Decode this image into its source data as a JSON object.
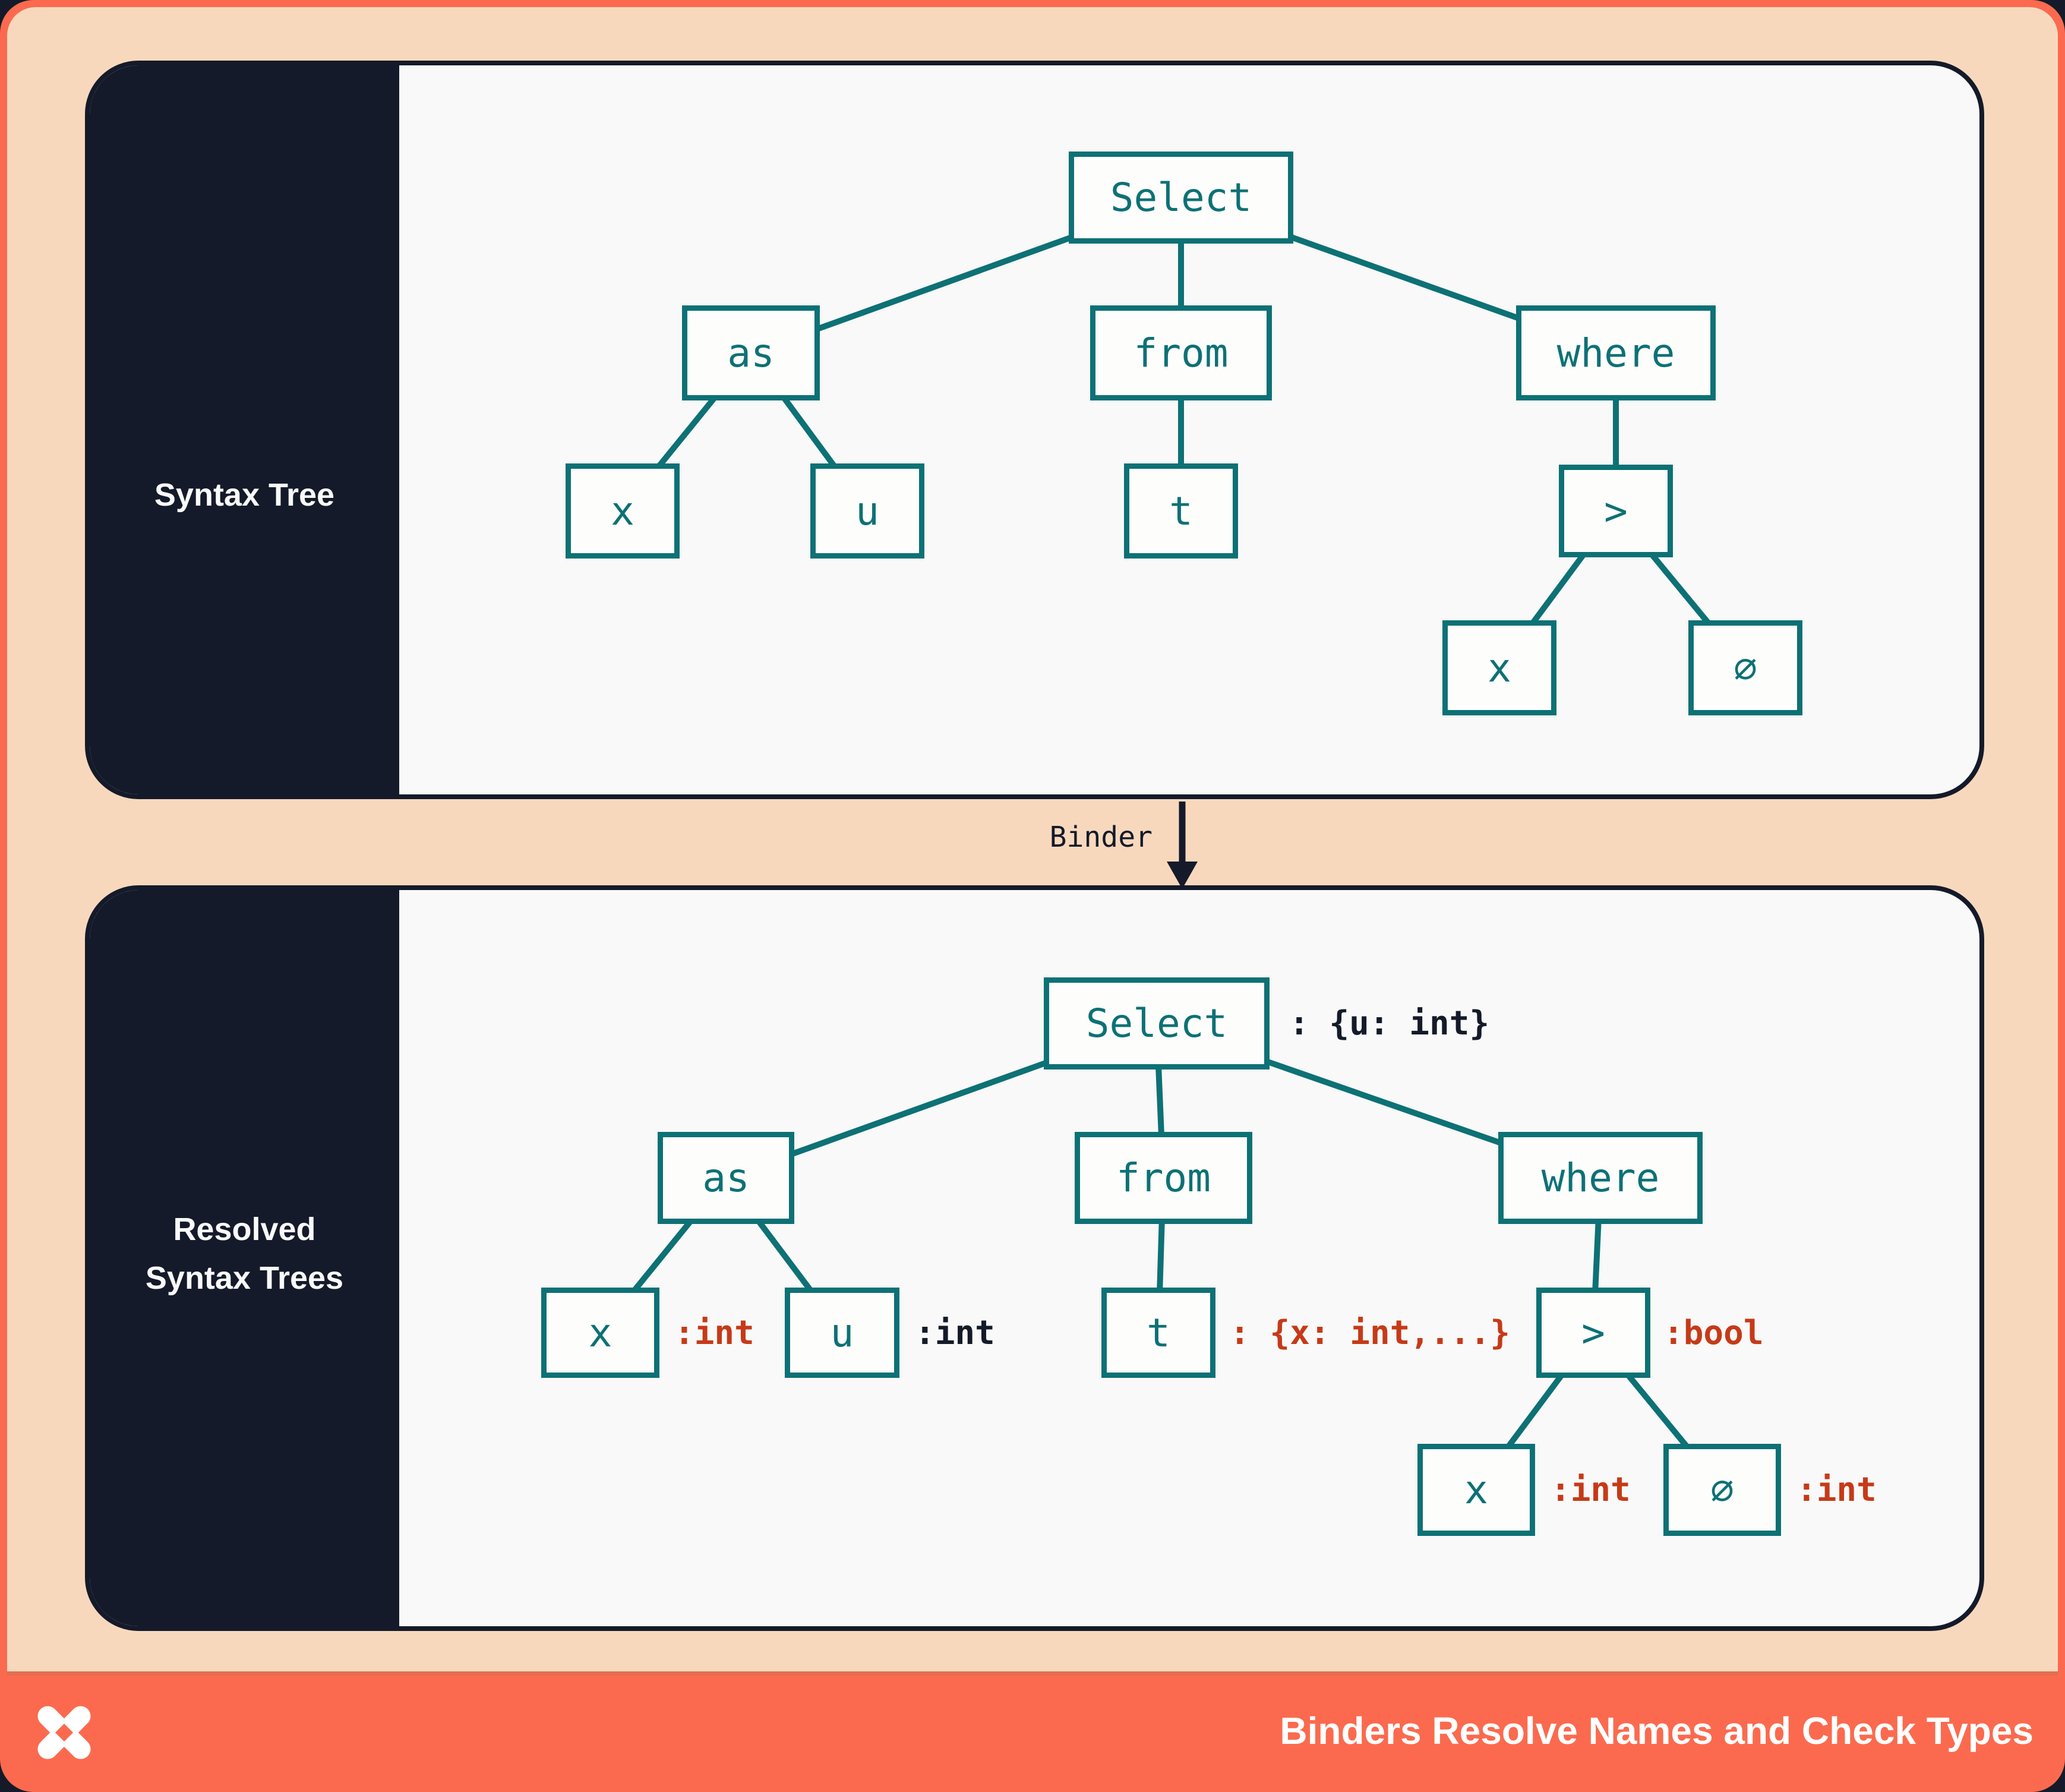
{
  "colors": {
    "orange": "#FB6A4E",
    "peach": "#F8D8BD",
    "navy": "#141A29",
    "teal": "#0D7175",
    "red_annotation": "#C63A18",
    "panel_background": "#F8F9F8",
    "white": "#FFFFFF"
  },
  "panel1": {
    "title": "Syntax Tree",
    "nodes": [
      {
        "label": "Select"
      },
      {
        "label": "as"
      },
      {
        "label": "from"
      },
      {
        "label": "where"
      },
      {
        "label": "x"
      },
      {
        "label": "u"
      },
      {
        "label": "t"
      },
      {
        "label": ">"
      },
      {
        "label": "x"
      },
      {
        "label": "∅"
      }
    ]
  },
  "binder": {
    "label": "Binder",
    "arrow_icon": "down-arrow"
  },
  "panel2": {
    "title_line1": "Resolved",
    "title_line2": "Syntax Trees",
    "nodes": [
      {
        "label": "Select",
        "annotation": ": {u: int}",
        "annotation_color": "navy"
      },
      {
        "label": "as"
      },
      {
        "label": "from"
      },
      {
        "label": "where"
      },
      {
        "label": "x",
        "annotation": ":int",
        "annotation_color": "red"
      },
      {
        "label": "u",
        "annotation": ":int",
        "annotation_color": "navy"
      },
      {
        "label": "t",
        "annotation": ": {x: int,...}",
        "annotation_color": "red"
      },
      {
        "label": ">",
        "annotation": ":bool",
        "annotation_color": "red"
      },
      {
        "label": "x",
        "annotation": ":int",
        "annotation_color": "red"
      },
      {
        "label": "∅",
        "annotation": ":int",
        "annotation_color": "red"
      }
    ]
  },
  "footer": {
    "title": "Binders Resolve Names and Check Types",
    "logo_icon": "pinwheel-star-logo"
  }
}
